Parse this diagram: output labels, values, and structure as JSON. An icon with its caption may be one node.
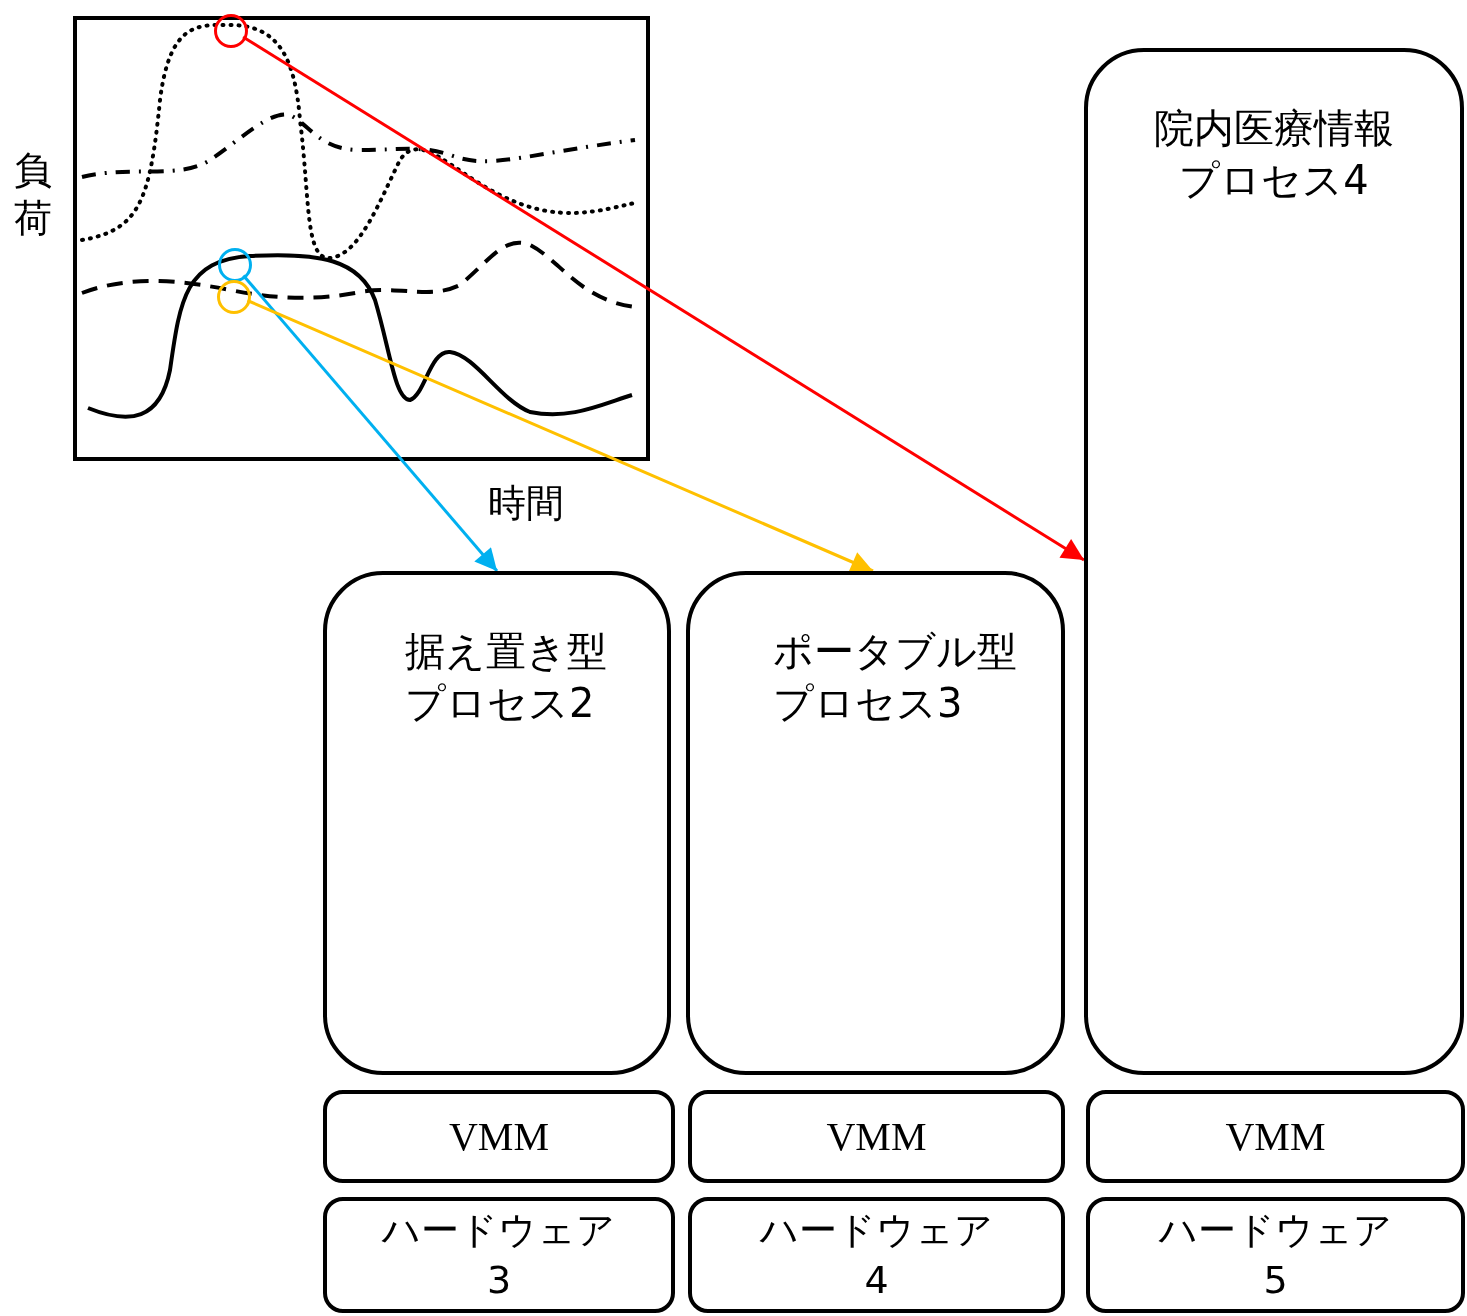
{
  "diagram": {
    "nodes": [
      {
        "text": [],
        "shape": "box"
      },
      {
        "text": [],
        "shape": "circle",
        "in": 0
      },
      {
        "text": [],
        "shape": "circle",
        "in": 0
      },
      {
        "text": [],
        "shape": "circle",
        "in": 0
      },
      {
        "text": [
          "据え置き型プロセス2"
        ]
      },
      {
        "text": [
          "ポータブル型プロセス3"
        ]
      },
      {
        "text": [
          "院内医療情報プロセス4"
        ]
      },
      {
        "text": [
          "VMM"
        ]
      },
      {
        "text": [
          "VMM"
        ]
      },
      {
        "text": [
          "VMM"
        ]
      },
      {
        "text": [
          "ハードウェア3"
        ]
      },
      {
        "text": [
          "ハードウェア4"
        ]
      },
      {
        "text": [
          "ハードウェア5"
        ]
      }
    ],
    "edges": [
      {
        "from": 1,
        "to": 6,
        "arrow": "to",
        "color": "#ff0000"
      },
      {
        "from": 2,
        "to": 4,
        "arrow": "to",
        "color": "#00b0f0"
      },
      {
        "from": 3,
        "to": 5,
        "arrow": "to",
        "color": "#ffc000"
      }
    ],
    "labels": [
      "負荷",
      "時間"
    ]
  }
}
